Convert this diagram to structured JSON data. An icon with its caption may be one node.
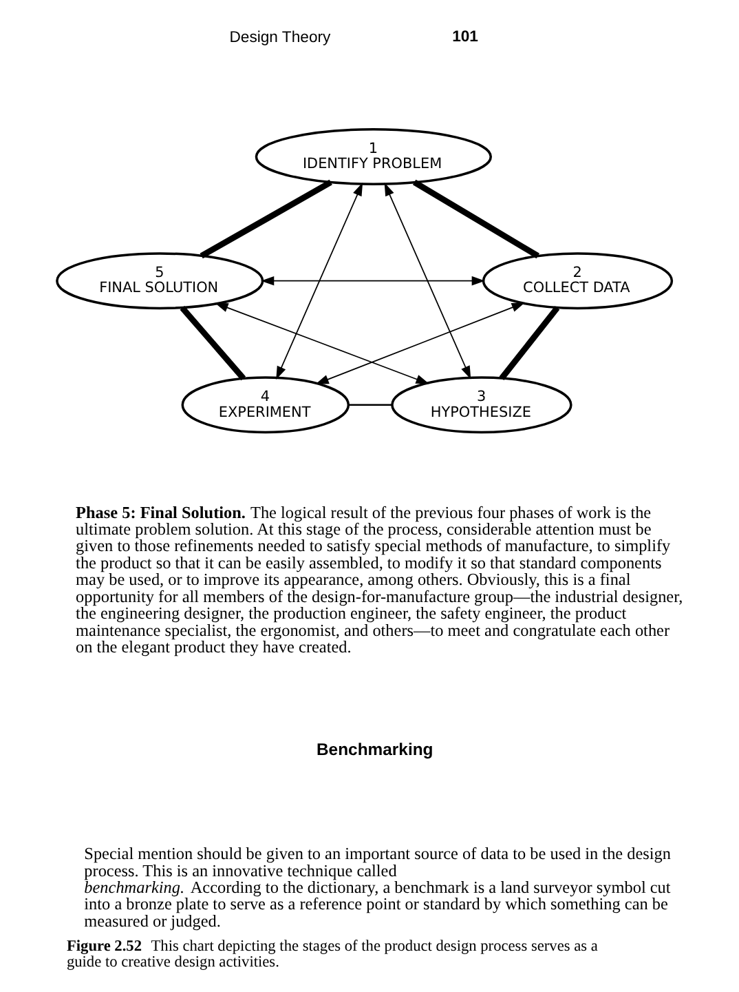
{
  "diagram": {
    "caption": "**Figure 2.52** This chart depicting the stages of the product design process serves as a guide to creative design activities.",
    "nodes": [
      {
        "text": [
          "1",
          "IDENTIFY PROBLEM"
        ]
      },
      {
        "text": [
          "2",
          "COLLECT DATA"
        ]
      },
      {
        "text": [
          "3",
          "HYPOTHESIZE"
        ]
      },
      {
        "text": [
          "4",
          "EXPERIMENT"
        ]
      },
      {
        "text": [
          "5",
          "FINAL SOLUTION"
        ]
      }
    ],
    "edges": [
      {
        "from": 0,
        "to": 4,
        "arrow": "none",
        "style": "thick"
      },
      {
        "from": 0,
        "to": 3,
        "arrow": "both"
      },
      {
        "from": 0,
        "to": 2,
        "arrow": "both"
      },
      {
        "from": 0,
        "to": 1,
        "arrow": "none",
        "style": "thick"
      },
      {
        "from": 4,
        "to": 3,
        "arrow": "none",
        "style": "thick"
      },
      {
        "from": 4,
        "to": 2,
        "arrow": "both"
      },
      {
        "from": 4,
        "to": 1,
        "arrow": "both"
      },
      {
        "from": 1,
        "to": 3,
        "arrow": "both"
      },
      {
        "from": 1,
        "to": 2,
        "arrow": "none",
        "style": "thick"
      },
      {
        "from": 3,
        "to": 2,
        "arrow": "none"
      }
    ],
    "labels": [
      "Design Theory",
      "101",
      "**Phase 5: Final Solution.** The logical result of the previous four phases of work is the ultimate problem solution. At this stage of the process, considerable attention must be given to those refinements needed to satisfy special methods of manufacture, to simplify the product so that it can be easily assembled, to modify it so that standard components may be used, or to improve its appearance, among others. Obviously, this is a final opportunity for all members of the design-for-manufacture group—the industrial designer, the engineering designer, the production engineer, the safety engineer, the product maintenance specialist, the ergonomist, and others—to meet and congratulate each other on the elegant product they have created.",
      "Benchmarking",
      "Special mention should be given to an important source of data to be used in the design process. This is an innovative technique called *benchmarking*. According to the dictionary, a benchmark is a land surveyor symbol cut into a bronze plate to serve as a reference point or standard by which something can be measured or judged."
    ]
  }
}
